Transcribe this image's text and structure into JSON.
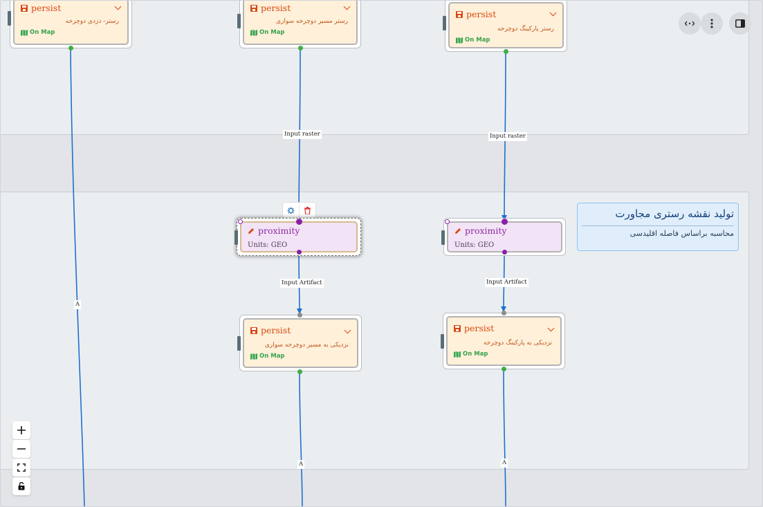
{
  "nodes": [
    {
      "type": "persist",
      "subtitle": "رستر- دزدی دوچرخه",
      "onmap": "On Map"
    },
    {
      "type": "persist",
      "subtitle": "رستر مسیر دوچرخه سواری",
      "onmap": "On Map"
    },
    {
      "type": "persist",
      "subtitle": "رستر پارکینگ دوچرخه",
      "onmap": "On Map"
    },
    {
      "type": "proximity",
      "units": "Units: GEO"
    },
    {
      "type": "proximity",
      "units": "Units: GEO"
    },
    {
      "type": "persist",
      "subtitle": "نزدیکی به مسیر دوچرخه سواری",
      "onmap": "On Map"
    },
    {
      "type": "persist",
      "subtitle": "نزدیکی به پارکینگ دوچرخه",
      "onmap": "On Map"
    }
  ],
  "edges": {
    "input_raster": "Input raster",
    "input_artifact": "Input Artifact",
    "a": "A"
  },
  "note": {
    "title": "تولید نقشه رستری مجاورت",
    "subtitle": "محاسبه براساس فاصله اقلیدسی"
  },
  "colors": {
    "persist_bg": "#fff0da",
    "proximity_bg": "#f3e3f6",
    "edge": "#1e6fd0",
    "persist_text": "#d9480f",
    "proximity_text": "#8e2aa3"
  },
  "icons": {
    "persist": "floppy-disk-icon",
    "proximity": "pencil-icon",
    "onmap": "map-icon"
  }
}
